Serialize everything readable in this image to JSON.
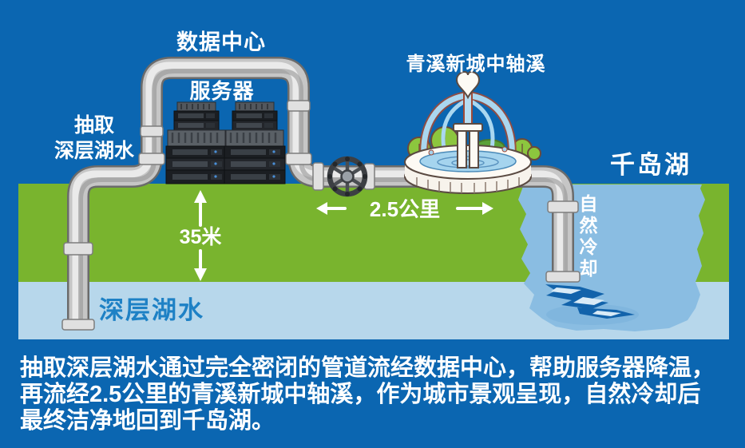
{
  "scene": {
    "labels": {
      "data_center": "数据中心",
      "servers": "服务器",
      "extract_line1": "抽取",
      "extract_line2": "深层湖水",
      "stream": "青溪新城中轴溪",
      "lake": "千岛湖",
      "distance": "2.5公里",
      "depth": "35米",
      "cooling": "自然冷却",
      "cooling_chars": [
        "自",
        "然",
        "冷",
        "却"
      ],
      "deep_water": "深层湖水"
    },
    "caption": {
      "line1": "抽取深层湖水通过完全密闭的管道流经数据中心，帮助服务器降温，",
      "line2": "再流经2.5公里的青溪新城中轴溪，作为城市景观呈现，自然冷却后",
      "line3": "最终洁净地回到千岛湖。"
    },
    "palette": {
      "background_blue": "#0b66b1",
      "land_green": "#79b42e",
      "deep_water_band_blue": "#b7d7eb",
      "lake_blue": "#8abde2",
      "splash_dark_blue": "#1263ab",
      "deep_water_text_blue": "#1e81c5",
      "text_white": "#ffffff",
      "pipe_gray": "#c6c6c6",
      "fountain_water_blue": "#a5d4ee",
      "tree_green": "#8cc63e"
    }
  }
}
